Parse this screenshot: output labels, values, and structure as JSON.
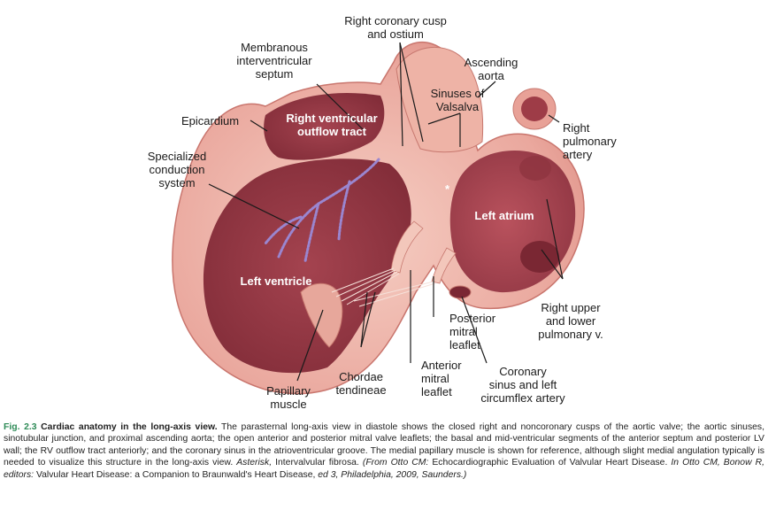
{
  "labels": {
    "right_coronary_cusp": [
      "Right coronary cusp",
      "and ostium"
    ],
    "membranous_septum": [
      "Membranous",
      "interventricular",
      "septum"
    ],
    "ascending_aorta": [
      "Ascending",
      "aorta"
    ],
    "sinuses_valsalva": [
      "Sinuses of",
      "Valsalva"
    ],
    "epicardium": "Epicardium",
    "rv_outflow": [
      "Right ventricular",
      "outflow tract"
    ],
    "right_pulmonary_artery": [
      "Right",
      "pulmonary",
      "artery"
    ],
    "specialized_conduction": [
      "Specialized",
      "conduction",
      "system"
    ],
    "asterisk": "*",
    "left_atrium": "Left atrium",
    "left_ventricle": "Left ventricle",
    "right_pulmonary_v": [
      "Right upper",
      "and lower",
      "pulmonary v."
    ],
    "posterior_mitral": [
      "Posterior",
      "mitral",
      "leaflet"
    ],
    "anterior_mitral": [
      "Anterior",
      "mitral",
      "leaflet"
    ],
    "chordae": [
      "Chordae",
      "tendineae"
    ],
    "coronary_sinus": [
      "Coronary",
      "sinus and left",
      "circumflex artery"
    ],
    "papillary": [
      "Papillary",
      "muscle"
    ]
  },
  "caption": {
    "figure_number": "Fig. 2.3",
    "title": "Cardiac anatomy in the long-axis view.",
    "body": "The parasternal long-axis view in diastole shows the closed right and noncoronary cusps of the aortic valve; the aortic sinuses, sinotubular junction, and proximal ascending aorta; the open anterior and posterior mitral valve leaflets; the basal and mid-ventricular segments of the anterior septum and posterior LV wall; the RV outflow tract anteriorly; and the coronary sinus in the atrioventricular groove. The medial papillary muscle is shown for reference, although slight medial angulation typically is needed to visualize this structure in the long-axis view.",
    "asterisk_term": "Asterisk,",
    "asterisk_text": "Intervalvular fibrosa.",
    "source_open": "(From Otto CM:",
    "source_book1": "Echocardiographic Evaluation of Valvular Heart Disease.",
    "source_in": "In Otto CM, Bonow R, editors:",
    "source_book2": "Valvular Heart Disease: a Companion to Braunwald's Heart Disease,",
    "source_end": "ed 3, Philadelphia, 2009, Saunders.)"
  },
  "colors": {
    "outer_wall": "#e9a59c",
    "wall_light": "#f3c4b8",
    "chamber": "#b3505a",
    "chamber_dark": "#8f3540",
    "conduction": "#9a86d0",
    "caption_accent": "#2e8b57"
  }
}
